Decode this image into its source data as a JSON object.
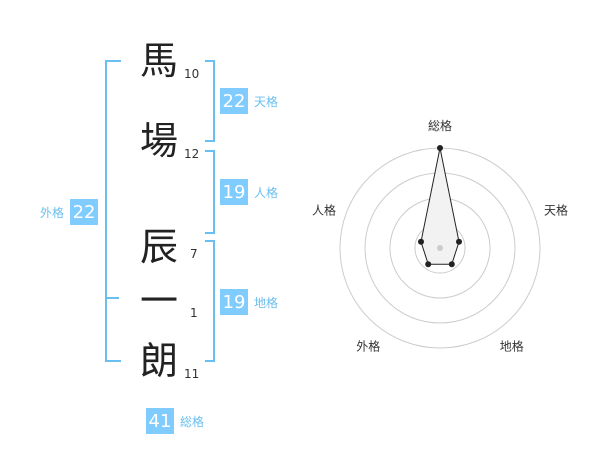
{
  "name": {
    "characters": [
      {
        "char": "馬",
        "strokes": "10"
      },
      {
        "char": "場",
        "strokes": "12"
      },
      {
        "char": "辰",
        "strokes": "7"
      },
      {
        "char": "一",
        "strokes": "1"
      },
      {
        "char": "朗",
        "strokes": "11"
      }
    ]
  },
  "fortunes": {
    "tenkaku": {
      "value": "22",
      "label": "天格"
    },
    "jinkaku": {
      "value": "19",
      "label": "人格"
    },
    "chikaku": {
      "value": "19",
      "label": "地格"
    },
    "gaikaku": {
      "value": "22",
      "label": "外格"
    },
    "soukaku": {
      "value": "41",
      "label": "総格"
    }
  },
  "chart_data": {
    "type": "radar",
    "axes": [
      "総格",
      "天格",
      "地格",
      "外格",
      "人格"
    ],
    "values": [
      5,
      1,
      1,
      1,
      1
    ],
    "range": [
      0,
      5
    ],
    "rings": 4,
    "colors": {
      "ring": "#cccccc",
      "area_fill": "#f2f2f2",
      "area_stroke": "#222222",
      "point": "#222222",
      "center": "#cccccc",
      "badge": "#80ccff",
      "bracket": "#69bff0"
    }
  }
}
